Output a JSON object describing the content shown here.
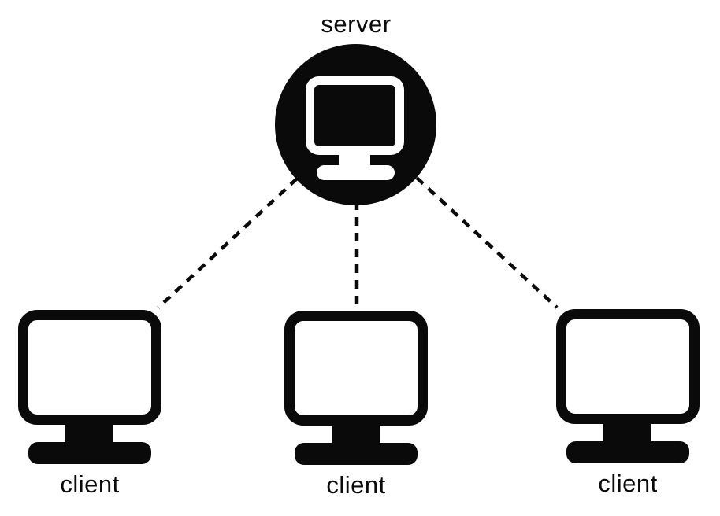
{
  "diagram": {
    "title": "client-server network diagram",
    "colors": {
      "foreground": "#0a0a0a",
      "background": "#ffffff"
    },
    "nodes": {
      "server": {
        "id": "server",
        "label": "server",
        "shape": "filled-circle",
        "icon": "computer-monitor-icon"
      },
      "clients": [
        {
          "id": "client-1",
          "label": "client",
          "icon": "computer-monitor-icon"
        },
        {
          "id": "client-2",
          "label": "client",
          "icon": "computer-monitor-icon"
        },
        {
          "id": "client-3",
          "label": "client",
          "icon": "computer-monitor-icon"
        }
      ]
    },
    "edges": [
      {
        "from": "server",
        "to": "client-1",
        "style": "dashed"
      },
      {
        "from": "server",
        "to": "client-2",
        "style": "dashed"
      },
      {
        "from": "server",
        "to": "client-3",
        "style": "dashed"
      }
    ]
  }
}
